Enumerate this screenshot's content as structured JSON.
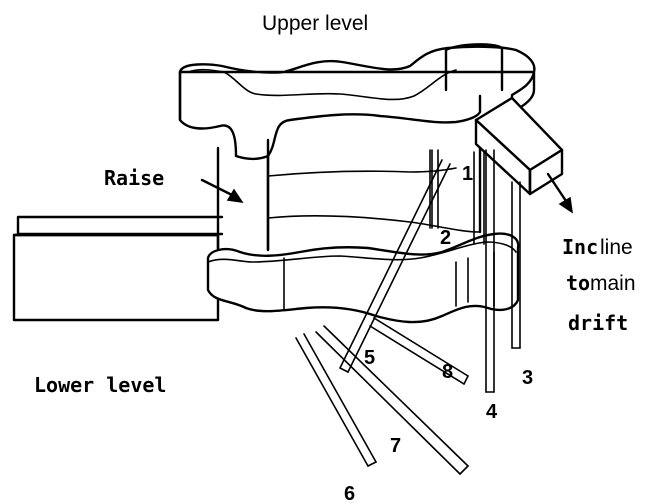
{
  "labels": {
    "upper_level": "Upper level",
    "raise": "Raise",
    "lower_level": "Lower level",
    "incline_line1a": "Inc",
    "incline_line1b": "line",
    "incline_line2a": "to",
    "incline_line2b": "main",
    "incline_line3": "drift"
  },
  "drill_holes": [
    "1",
    "2",
    "3",
    "4",
    "5",
    "6",
    "7",
    "8"
  ]
}
